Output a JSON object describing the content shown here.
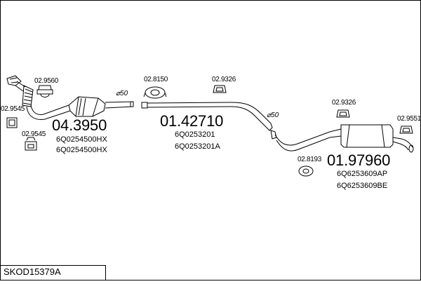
{
  "footer": {
    "code": "SKOD15379A"
  },
  "parts": {
    "front": {
      "number": "04.3950",
      "refs": [
        "6Q0254500HX",
        "6Q0254500HX"
      ],
      "diameter": "⌀50"
    },
    "middle": {
      "number": "01.42710",
      "refs": [
        "6Q0253201",
        "6Q0253201A"
      ],
      "diameter": "⌀50"
    },
    "rear": {
      "number": "01.97960",
      "refs": [
        "6Q6253609AP",
        "6Q6253609BE"
      ]
    }
  },
  "fittings": {
    "f1": "02.9560",
    "f2": "02.9545",
    "f3": "02.9545",
    "f4": "02.8150",
    "f5": "02.9326",
    "f6": "02.9326",
    "f7": "02.9551",
    "f8": "02.8193"
  },
  "colors": {
    "line": "#000000",
    "background": "#ffffff"
  }
}
